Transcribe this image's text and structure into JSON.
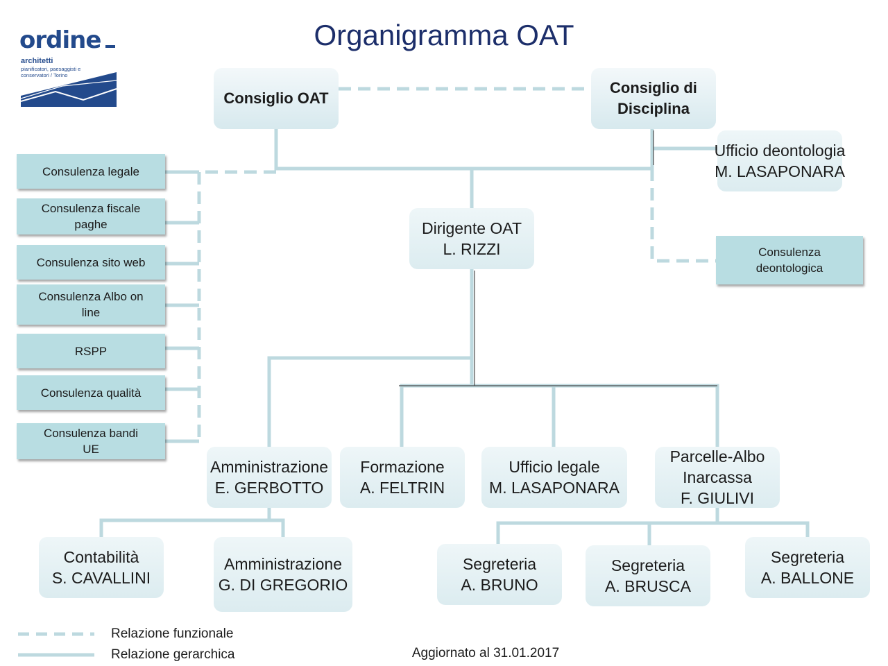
{
  "title": "Organigramma OAT",
  "logo": {
    "brand": "ordine",
    "line1": "architetti",
    "line2": "pianificatori, paesaggisti e conservatori / Torino"
  },
  "nodes": {
    "consiglio_oat": [
      "Consiglio OAT"
    ],
    "consiglio_disciplina": [
      "Consiglio di",
      "Disciplina"
    ],
    "ufficio_deontologia": [
      "Ufficio deontologia",
      "M. LASAPONARA"
    ],
    "consulenza_deontologica": [
      "Consulenza",
      "deontologica"
    ],
    "dirigente": [
      "Dirigente OAT",
      "L. RIZZI"
    ],
    "amministrazione": [
      "Amministrazione",
      "E. GERBOTTO"
    ],
    "formazione": [
      "Formazione",
      "A. FELTRIN"
    ],
    "ufficio_legale": [
      "Ufficio legale",
      "M. LASAPONARA"
    ],
    "parcelle": [
      "Parcelle-Albo",
      "Inarcassa",
      "F. GIULIVI"
    ],
    "contabilita": [
      "Contabilità",
      "S. CAVALLINI"
    ],
    "amministrazione2": [
      "Amministrazione",
      "G. DI GREGORIO"
    ],
    "segreteria_bruno": [
      "Segreteria",
      "A. BRUNO"
    ],
    "segreteria_brusca": [
      "Segreteria",
      "A. BRUSCA"
    ],
    "segreteria_ballone": [
      "Segreteria",
      "A. BALLONE"
    ]
  },
  "consulenze": [
    [
      "Consulenza legale"
    ],
    [
      "Consulenza fiscale",
      "paghe"
    ],
    [
      "Consulenza sito web"
    ],
    [
      "Consulenza Albo on",
      "line"
    ],
    [
      "RSPP"
    ],
    [
      "Consulenza qualità"
    ],
    [
      "Consulenza bandi",
      "UE"
    ]
  ],
  "legend": {
    "functional": "Relazione funzionale",
    "hierarchical": "Relazione gerarchica"
  },
  "updated": "Aggiornato al 31.01.2017",
  "colors": {
    "line": "#bdd9df",
    "side_box": "#b8dde2",
    "title": "#1c2e6a",
    "brand": "#234a8c"
  }
}
